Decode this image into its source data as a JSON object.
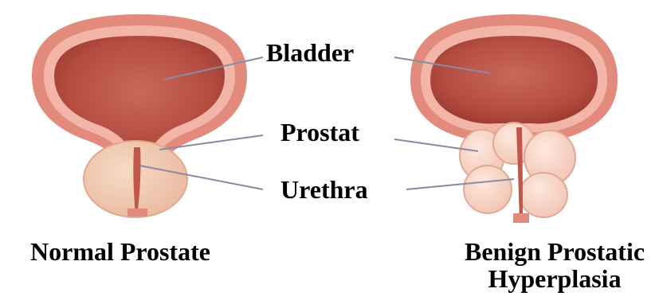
{
  "labels": {
    "bladder": "Bladder",
    "prostate": "Prostat",
    "urethra": "Urethra"
  },
  "captions": {
    "normal": "Normal Prostate",
    "bph_line1": "Benign Prostatic",
    "bph_line2": "Hyperplasia"
  },
  "colors": {
    "outer_wall": "#e28a7c",
    "wall_light": "#f2b5a8",
    "lumen": "#c0584a",
    "lumen_deep": "#a63e35",
    "prostate_normal": "#f3c9b0",
    "prostate_bph": "#fbd9cc",
    "pointer_line": "#8a8aa0"
  }
}
